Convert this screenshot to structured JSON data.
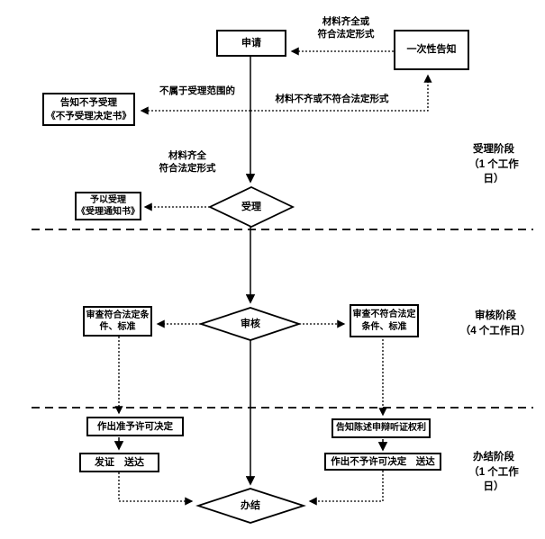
{
  "colors": {
    "line": "#000000",
    "background": "#ffffff",
    "text": "#000000"
  },
  "nodes": {
    "apply": {
      "label": "申请"
    },
    "one_time_notice": {
      "label": "一次性告知"
    },
    "reject_notice": {
      "label": "告知不予受理\n《不予受理决定书》"
    },
    "grant_accept": {
      "label": "予以受理\n《受理通知书》"
    },
    "review_pass": {
      "label": "审查符合法定条\n件、标准"
    },
    "review_fail": {
      "label": "审查不符合法定\n条件、标准"
    },
    "grant_permit": {
      "label": "作出准予许可决定"
    },
    "issue_deliver": {
      "label": "发证　送达"
    },
    "notify_rights": {
      "label": "告知陈述申辩听证权利"
    },
    "deny_permit": {
      "label": "作出不予许可决定　送达"
    }
  },
  "decisions": {
    "accept": {
      "label": "受理"
    },
    "review": {
      "label": "审核"
    },
    "conclude": {
      "label": "办结"
    }
  },
  "edge_labels": {
    "materials_complete_top": "材料齐全或\n符合法定形式",
    "not_in_scope": "不属于受理范围的",
    "materials_incomplete": "材料不齐或不符合法定形式",
    "materials_complete_mid": "材料齐全\n符合法定形式"
  },
  "stages": [
    {
      "label": "受理阶段\n（1 个工作\n日）"
    },
    {
      "label": "审核阶段\n（4 个工作日）"
    },
    {
      "label": "办结阶段\n（1 个工作\n日）"
    }
  ]
}
